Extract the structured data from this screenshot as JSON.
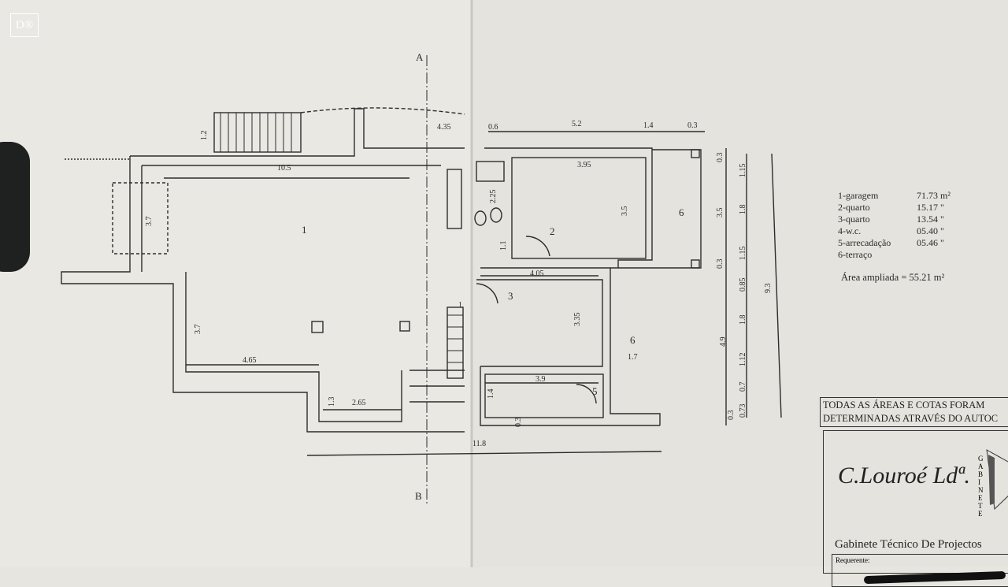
{
  "watermark": "D®",
  "section_markers": {
    "top": "A",
    "bottom": "B"
  },
  "dimensions": {
    "stair_depth": "1.2",
    "top_4_35": "4.35",
    "top_0_6": "0.6",
    "top_5_2": "5.2",
    "top_1_4": "1.4",
    "top_0_3": "0.3",
    "garage_width": "10.5",
    "left_bay": "3.7",
    "wc_length": "2.25",
    "room2_width": "3.95",
    "room2_depth": "3.5",
    "passage": "1.1",
    "room3_width": "4.05",
    "room3_depth": "3.35",
    "terrace_width": "1.7",
    "lower_left_depth": "3.7",
    "lower_left_width": "4.65",
    "storage_width": "3.9",
    "storage_depth": "1.4",
    "step_depth": "1.3",
    "step_width": "2.65",
    "wall_0_3": "0.3",
    "total_width": "11.8",
    "right_outer": [
      "0.3",
      "3.5",
      "0.3",
      "4.9",
      "0.3"
    ],
    "right_inner": [
      "1.15",
      "1.8",
      "1.15",
      "0.85",
      "1.8",
      "1.12",
      "0.7",
      "0.73"
    ],
    "right_total": "9.3"
  },
  "room_numbers": {
    "garage": "1",
    "room2": "2",
    "room3": "3",
    "storage": "5",
    "terrace_top": "6",
    "terrace_bottom": "6",
    "stair": "1"
  },
  "legend": {
    "items": [
      {
        "name": "1-garagem",
        "area": "71.73 m²"
      },
      {
        "name": "2-quarto",
        "area": "15.17 \""
      },
      {
        "name": "3-quarto",
        "area": "13.54 \""
      },
      {
        "name": "4-w.c.",
        "area": "05.40 \""
      },
      {
        "name": "5-arrecadação",
        "area": "05.46 \""
      },
      {
        "name": "6-terraço",
        "area": ""
      }
    ],
    "total": "Área ampliada = 55.21 m²"
  },
  "note": {
    "line1": "TODAS AS ÁREAS E COTAS FORAM",
    "line2": "DETERMINADAS ATRAVÉS DO AUTOC"
  },
  "title_block": {
    "company": "C.Louroé Ldª.",
    "stamp": "GABINETE",
    "office": "Gabinete Técnico De Projectos",
    "requester_label": "Requerente:"
  }
}
